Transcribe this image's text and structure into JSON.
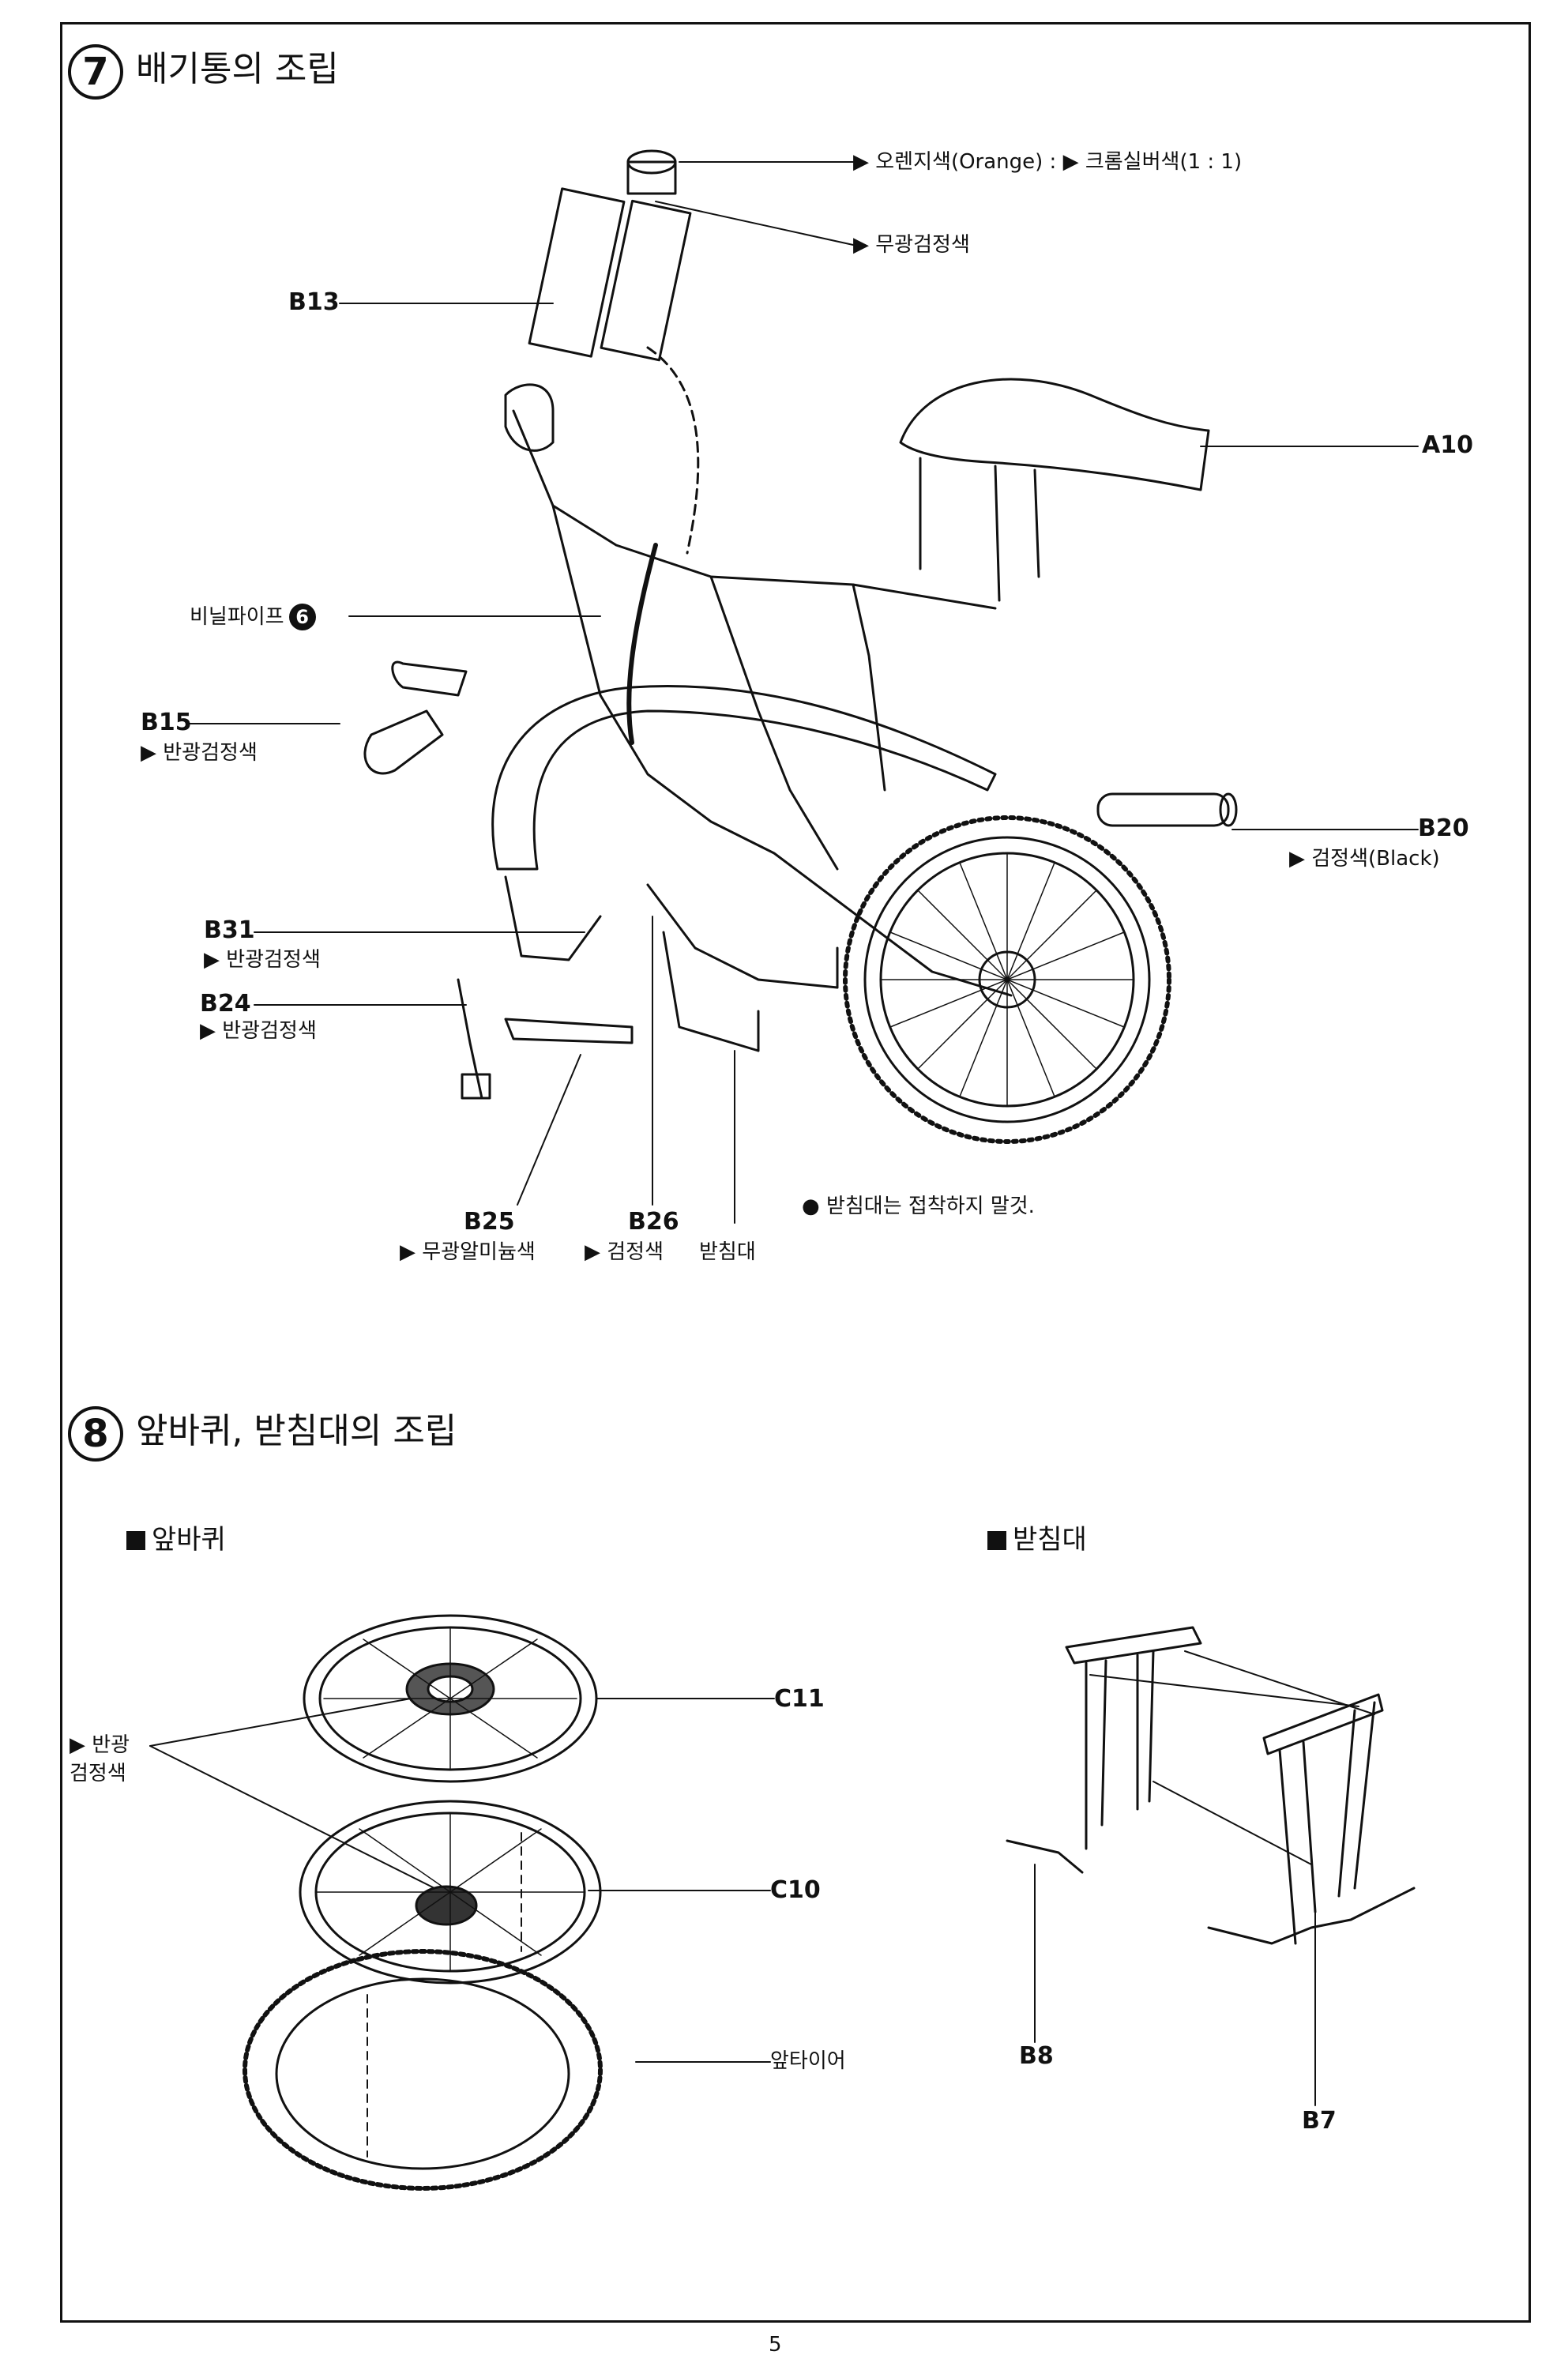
{
  "step7": {
    "number": "7",
    "title": "배기통의 조립",
    "labels": {
      "cap": "▶ 오렌지색(Orange) : ▶ 크롬실버색(1 : 1)",
      "muffler_color": "▶ 무광검정색",
      "b13": "B13",
      "a10": "A10",
      "vinyl": "비닐파이프",
      "vinyl_num": "6",
      "b15": "B15",
      "b15_color": "▶ 반광검정색",
      "b20": "B20",
      "b20_color": "▶ 검정색(Black)",
      "b31": "B31",
      "b31_color": "▶ 반광검정색",
      "b24": "B24",
      "b24_color": "▶ 반광검정색",
      "b25": "B25",
      "b25_color": "▶ 무광알미늄색",
      "b26": "B26",
      "b26_color": "▶ 검정색",
      "stand": "받침대",
      "stand_note": "● 받침대는 접착하지 말것."
    }
  },
  "step8": {
    "number": "8",
    "title": "앞바퀴, 받침대의 조립",
    "front_wheel_heading": "앞바퀴",
    "stand_heading": "받침대",
    "labels": {
      "c11": "C11",
      "c10": "C10",
      "color_a": "▶ 반광",
      "color_b": "검정색",
      "front_tire": "앞타이어",
      "b8": "B8",
      "b7": "B7"
    }
  },
  "page_number": "5"
}
